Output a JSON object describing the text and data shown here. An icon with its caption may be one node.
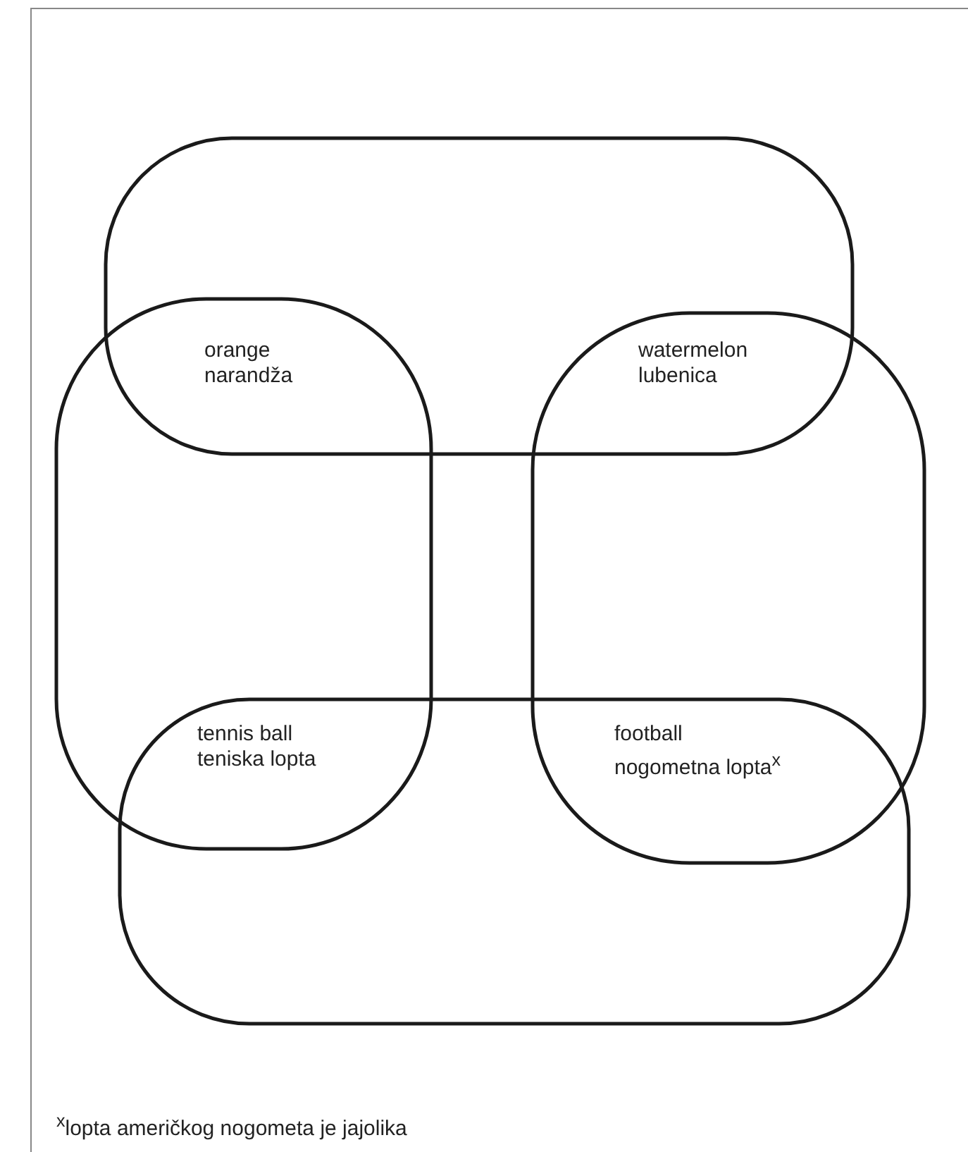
{
  "diagram": {
    "nodes": [
      {
        "text": [],
        "shape": "box"
      },
      {
        "text": [],
        "shape": "box"
      },
      {
        "text": [],
        "shape": "box"
      },
      {
        "text": [],
        "shape": "box"
      }
    ],
    "edges": [],
    "labels": [
      "orange",
      "narandža",
      "watermelon",
      "lubenica",
      "tennis ball",
      "teniska lopta",
      "football",
      "nogometna lopta$^{x}$",
      "$^{x}$lopta američkog nogometa je jajolika"
    ]
  }
}
